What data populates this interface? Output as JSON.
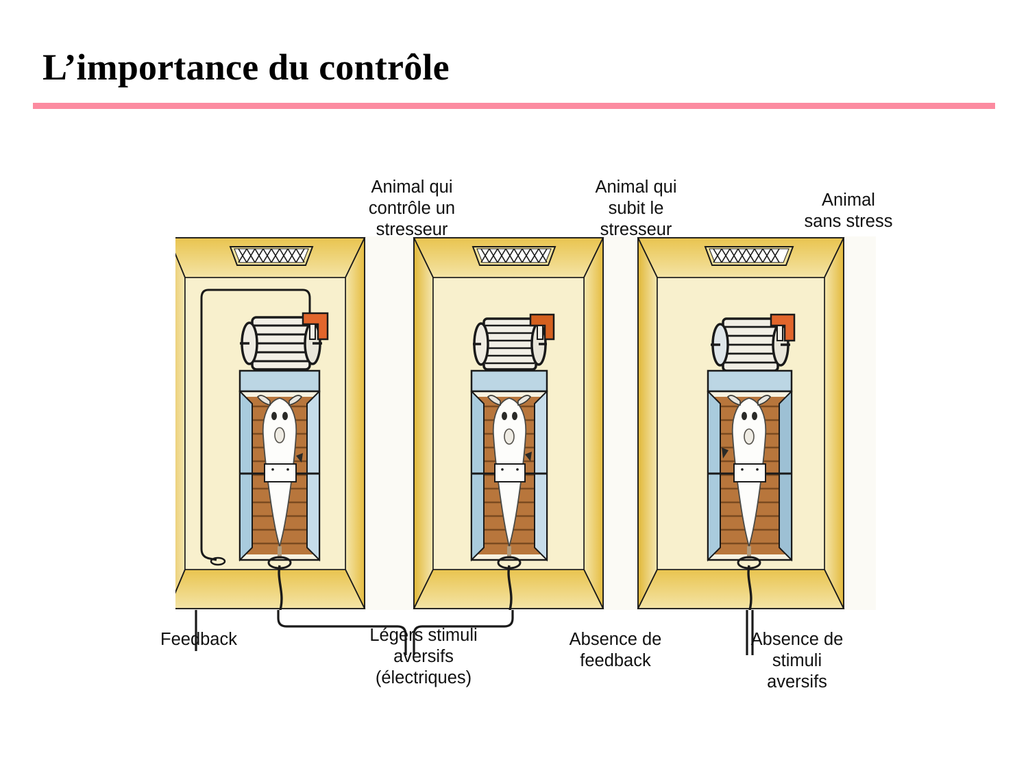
{
  "slide": {
    "title": "L’importance du contrôle",
    "rule_color": "#fc8ba0",
    "background_color": "#ffffff"
  },
  "figure": {
    "plate_background": "#fbfaf5",
    "palette": {
      "chamber_wall_light": "#f6eec2",
      "chamber_wall_mid": "#f2dd92",
      "chamber_wall_dark": "#e8c552",
      "chamber_floor": "#f7edc0",
      "restrainer_blue": "#bcd6e4",
      "restrainer_blue_dark": "#9dc0d4",
      "grid_floor_brown": "#b8763c",
      "rat_white": "#fdfdfb",
      "drum_black": "#1a1a1a",
      "lever_orange": "#e2662c",
      "outline": "#1a1a1a"
    },
    "columns": [
      {
        "id": "controls-stressor",
        "heading": "Animal qui\ncontrôle un\nstresseur",
        "has_feedback_wire": true,
        "has_shock_wire": true,
        "elements": [
          "mesh-vent",
          "running-drum",
          "lever-block",
          "restrainer",
          "rat",
          "tail-electrode",
          "shock-wire"
        ]
      },
      {
        "id": "yoked-stressor",
        "heading": "Animal qui\nsubit le\nstresseur",
        "has_feedback_wire": false,
        "has_shock_wire": true,
        "elements": [
          "mesh-vent",
          "running-drum",
          "lever-block",
          "restrainer",
          "rat",
          "tail-electrode",
          "shock-wire"
        ]
      },
      {
        "id": "no-stress",
        "heading": "Animal\nsans stress",
        "has_feedback_wire": false,
        "has_shock_wire": false,
        "elements": [
          "mesh-vent",
          "running-drum",
          "lever-block",
          "restrainer",
          "rat",
          "tail-electrode",
          "dummy-wire"
        ]
      }
    ],
    "captions": {
      "feedback": "Feedback",
      "aversive_stimuli": "Légers stimuli\naversifs\n(électriques)",
      "no_feedback": "Absence de\nfeedback",
      "no_aversive_stimuli": "Absence de\nstimuli\naversifs"
    }
  }
}
